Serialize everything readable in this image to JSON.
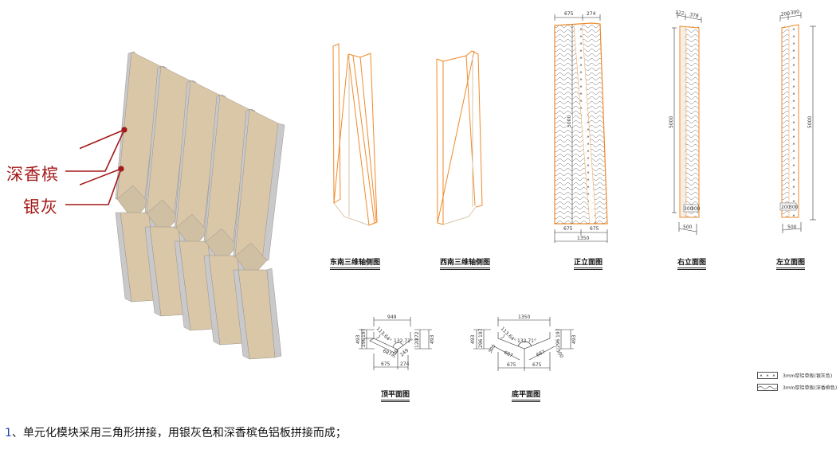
{
  "rendering": {
    "callouts": [
      {
        "label": "深香槟",
        "meaning": "deep champagne panel"
      },
      {
        "label": "银灰",
        "meaning": "silver gray panel"
      }
    ],
    "colors": {
      "champagne": "#d9c7a8",
      "silver": "#c9c9cc",
      "callout": "#a31818",
      "outline": "#f08a2a"
    }
  },
  "views": {
    "southeast_axon": {
      "title": "东南三维轴侧图"
    },
    "southwest_axon": {
      "title": "西南三维轴侧图"
    },
    "front_elevation": {
      "title": "正立面图",
      "top_dims": [
        "675",
        "274"
      ],
      "height_dim": "5000",
      "bottom_dims": [
        "675",
        "675"
      ],
      "total_width": "1350"
    },
    "right_elevation": {
      "title": "右立面图",
      "top_dims": [
        "122",
        "378"
      ],
      "height_dim": "5000",
      "bottom_dims": [
        "300",
        "300"
      ],
      "base_width": "500"
    },
    "left_elevation": {
      "title": "左立面图",
      "top_dims": [
        "200",
        "300"
      ],
      "height_dim": "5000",
      "bottom_dims": [
        "200",
        "300"
      ],
      "base_width": "500"
    },
    "top_plan": {
      "title": "顶平面图",
      "width": "949",
      "angle_left": "113.64°",
      "angle_center": "132.71°",
      "left_dims": [
        "493",
        "197",
        "296"
      ],
      "right_dims": [
        "372",
        "493",
        "120"
      ],
      "slant": "687",
      "small_dims": [
        "300",
        "249"
      ],
      "bottom_dims": [
        "675",
        "274"
      ]
    },
    "bottom_plan": {
      "title": "底平面图",
      "width": "1350",
      "angle_left": "113.64°",
      "angle_center": "132.71°",
      "left_dims": [
        "493",
        "197",
        "296"
      ],
      "right_dims": [
        "197",
        "296",
        "493"
      ],
      "slants": [
        "687",
        "687"
      ],
      "small_dims": [
        "300",
        "300"
      ],
      "bottom_dims": [
        "675",
        "675"
      ]
    }
  },
  "legend": [
    {
      "pattern": "dots",
      "text": "3mm厚铝单板(银灰色)"
    },
    {
      "pattern": "waves",
      "text": "3mm厚铝单板(深香槟色)"
    }
  ],
  "note": {
    "number": "1",
    "text": "、单元化模块采用三角形拼接，用银灰色和深香槟色铝板拼接而成；"
  }
}
